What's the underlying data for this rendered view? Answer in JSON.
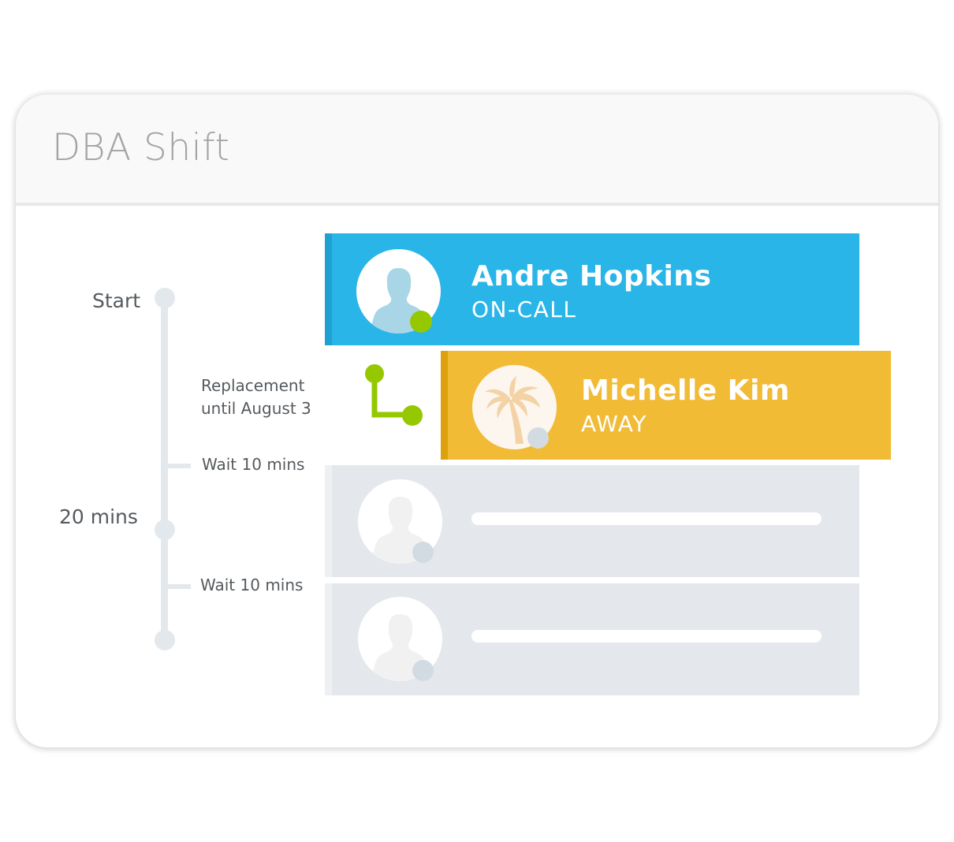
{
  "schedule": {
    "title": "DBA Shift"
  },
  "timeline": {
    "labels": {
      "start": "Start",
      "twenty_mins": "20 mins",
      "replacement_line1": "Replacement",
      "replacement_line2": "until August 3",
      "wait_1": "Wait 10 mins",
      "wait_2": "Wait 10 mins"
    }
  },
  "responders": [
    {
      "name": "Andre Hopkins",
      "status": "ON-CALL",
      "color": "#29b5e8",
      "stripe_color": "#1fa0d3",
      "avatar_icon": "person-icon",
      "status_dot_color": "#95c800"
    },
    {
      "name": "Michelle Kim",
      "status": "AWAY",
      "color": "#f1bb36",
      "stripe_color": "#dda10d",
      "avatar_icon": "palm-tree-icon",
      "status_dot_color": "#d3dbe2"
    },
    {
      "name": "",
      "status": "",
      "color": "#e4e8ec",
      "avatar_icon": "person-icon",
      "status_dot_color": "#d3dbe2"
    },
    {
      "name": "",
      "status": "",
      "color": "#e4e8ec",
      "avatar_icon": "person-icon",
      "status_dot_color": "#d3dbe2"
    }
  ],
  "colors": {
    "replacement_connector": "#95c800",
    "timeline": "#e3e8ec"
  }
}
